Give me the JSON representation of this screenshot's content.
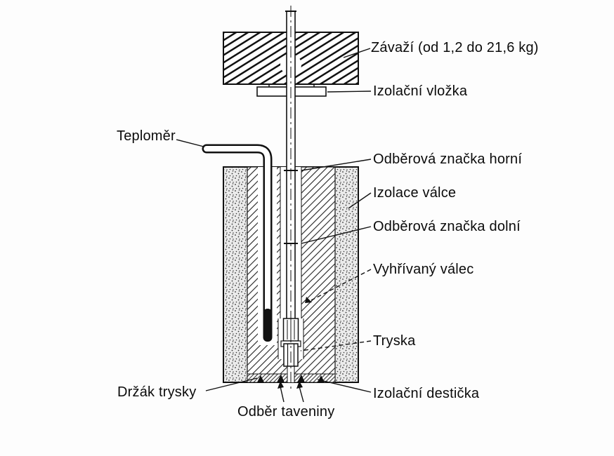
{
  "figure": {
    "labels": {
      "zavazi": "Závaží (od 1,2 do 21,6 kg)",
      "izolacni_vlozka": "Izolační vložka",
      "teplomer": "Teploměr",
      "odberova_znacka_horni": "Odběrová značka horní",
      "izolace_valce": "Izolace válce",
      "odberova_znacka_dolni": "Odběrová značka dolní",
      "vyhrivany_valec": "Vyhřívaný válec",
      "tryska": "Tryska",
      "izolacni_desticka": "Izolační destička",
      "drzak_trysky": "Držák trysky",
      "odber_taveniny": "Odběr taveniny"
    },
    "ink_color": "#0b0b0b"
  }
}
